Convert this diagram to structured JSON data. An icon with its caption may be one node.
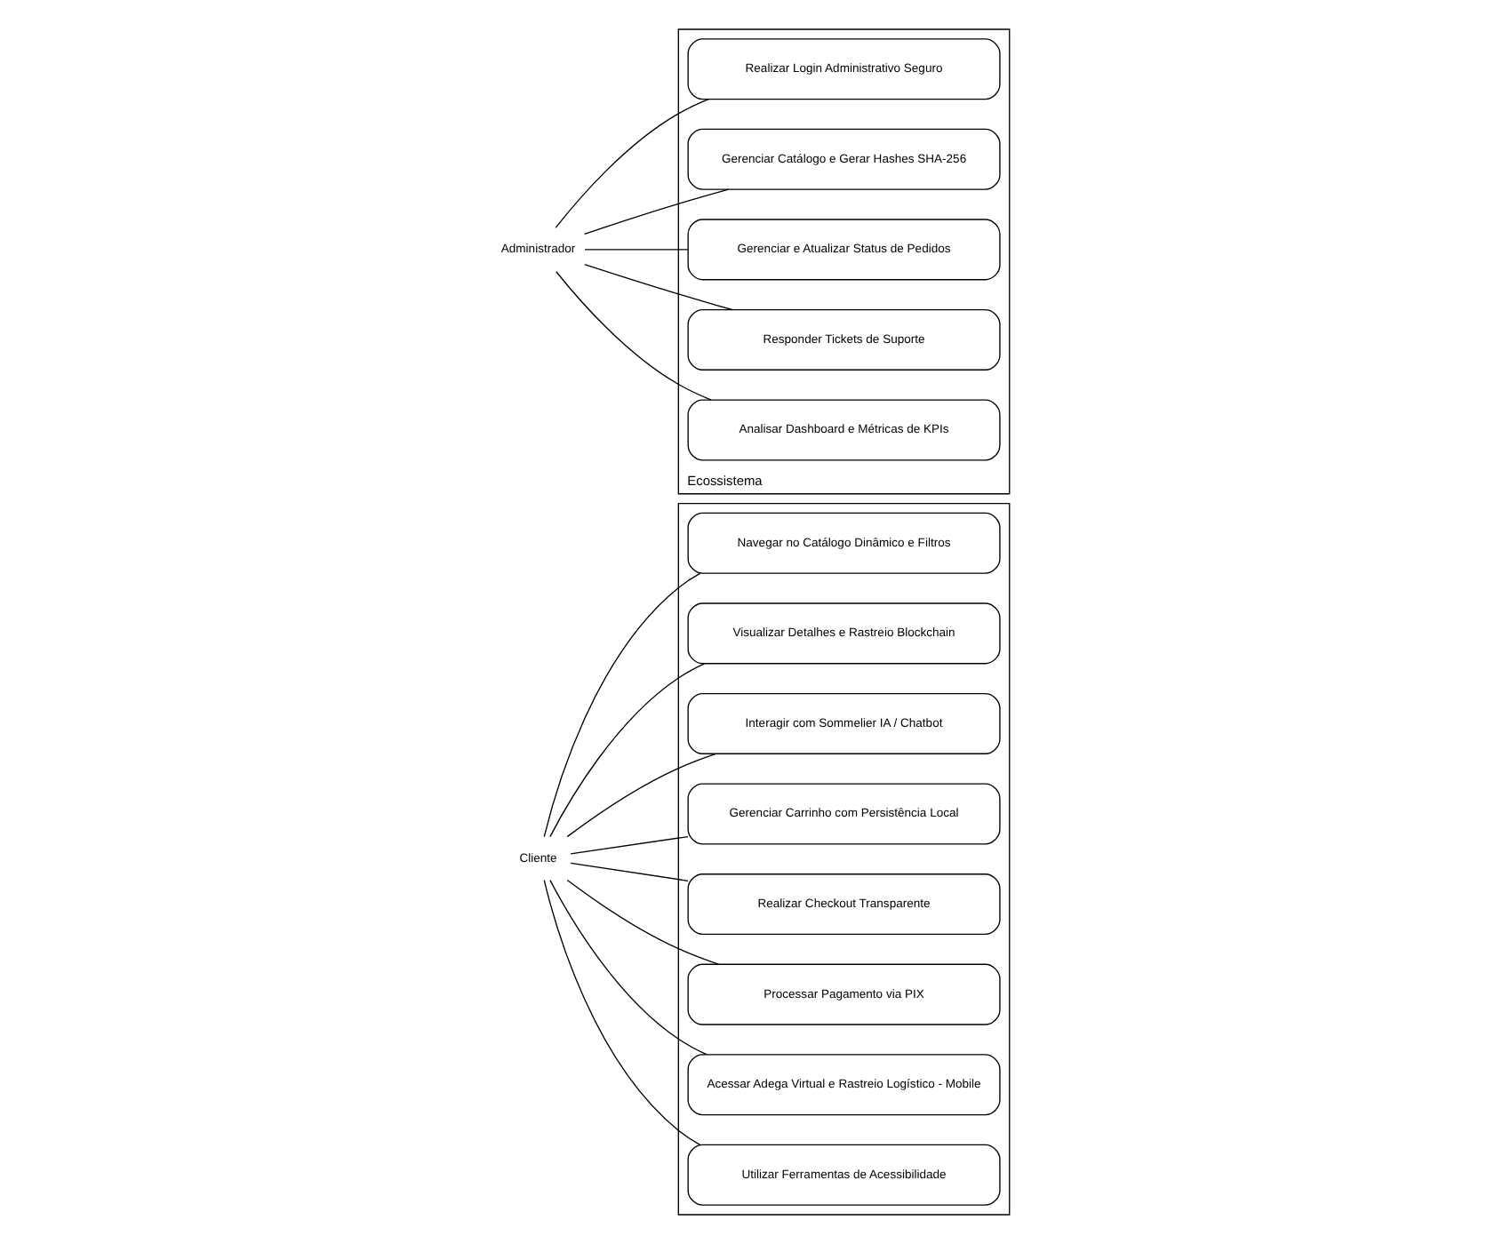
{
  "diagram": {
    "nodes": [
      {
        "text": [],
        "shape": "box"
      },
      {
        "text": [
          "Navegar no Catálogo Dinâmico e Filtros"
        ],
        "in": 0
      },
      {
        "text": [
          "Visualizar Detalhes e Rastreio Blockchain"
        ],
        "in": 0
      },
      {
        "text": [
          "Interagir com Sommelier IA / Chatbot"
        ],
        "in": 0
      },
      {
        "text": [
          "Gerenciar Carrinho com Persistência Local"
        ],
        "in": 0
      },
      {
        "text": [
          "Realizar Checkout Transparente"
        ],
        "in": 0
      },
      {
        "text": [
          "Processar Pagamento via PIX"
        ],
        "in": 0
      },
      {
        "text": [
          "Acessar Adega Virtual e Rastreio Logístico - Mobile"
        ],
        "in": 0
      },
      {
        "text": [
          "Utilizar Ferramentas de Acessibilidade"
        ],
        "in": 0
      },
      {
        "text": [
          "Cliente"
        ]
      },
      {
        "text": [
          "Ecossistema"
        ]
      },
      {
        "text": [
          "Realizar Login Administrativo Seguro"
        ],
        "in": 10
      },
      {
        "text": [
          "Gerenciar Catálogo e Gerar Hashes SHA-256"
        ],
        "in": 10
      },
      {
        "text": [
          "Gerenciar e Atualizar Status de Pedidos"
        ],
        "in": 10
      },
      {
        "text": [
          "Responder Tickets de Suporte"
        ],
        "in": 10
      },
      {
        "text": [
          "Analisar Dashboard e Métricas de KPIs"
        ],
        "in": 10
      },
      {
        "text": [
          "Administrador"
        ]
      }
    ],
    "edges": [
      {
        "from": 9,
        "to": 1,
        "arrow": "none"
      },
      {
        "from": 9,
        "to": 2,
        "arrow": "none"
      },
      {
        "from": 9,
        "to": 3,
        "arrow": "none"
      },
      {
        "from": 9,
        "to": 4,
        "arrow": "none"
      },
      {
        "from": 9,
        "to": 5,
        "arrow": "none"
      },
      {
        "from": 9,
        "to": 6,
        "arrow": "none"
      },
      {
        "from": 9,
        "to": 7,
        "arrow": "none"
      },
      {
        "from": 9,
        "to": 8,
        "arrow": "none"
      },
      {
        "from": 16,
        "to": 11,
        "arrow": "none"
      },
      {
        "from": 16,
        "to": 12,
        "arrow": "none"
      },
      {
        "from": 16,
        "to": 13,
        "arrow": "none"
      },
      {
        "from": 16,
        "to": 14,
        "arrow": "none"
      },
      {
        "from": 16,
        "to": 15,
        "arrow": "none"
      }
    ]
  }
}
